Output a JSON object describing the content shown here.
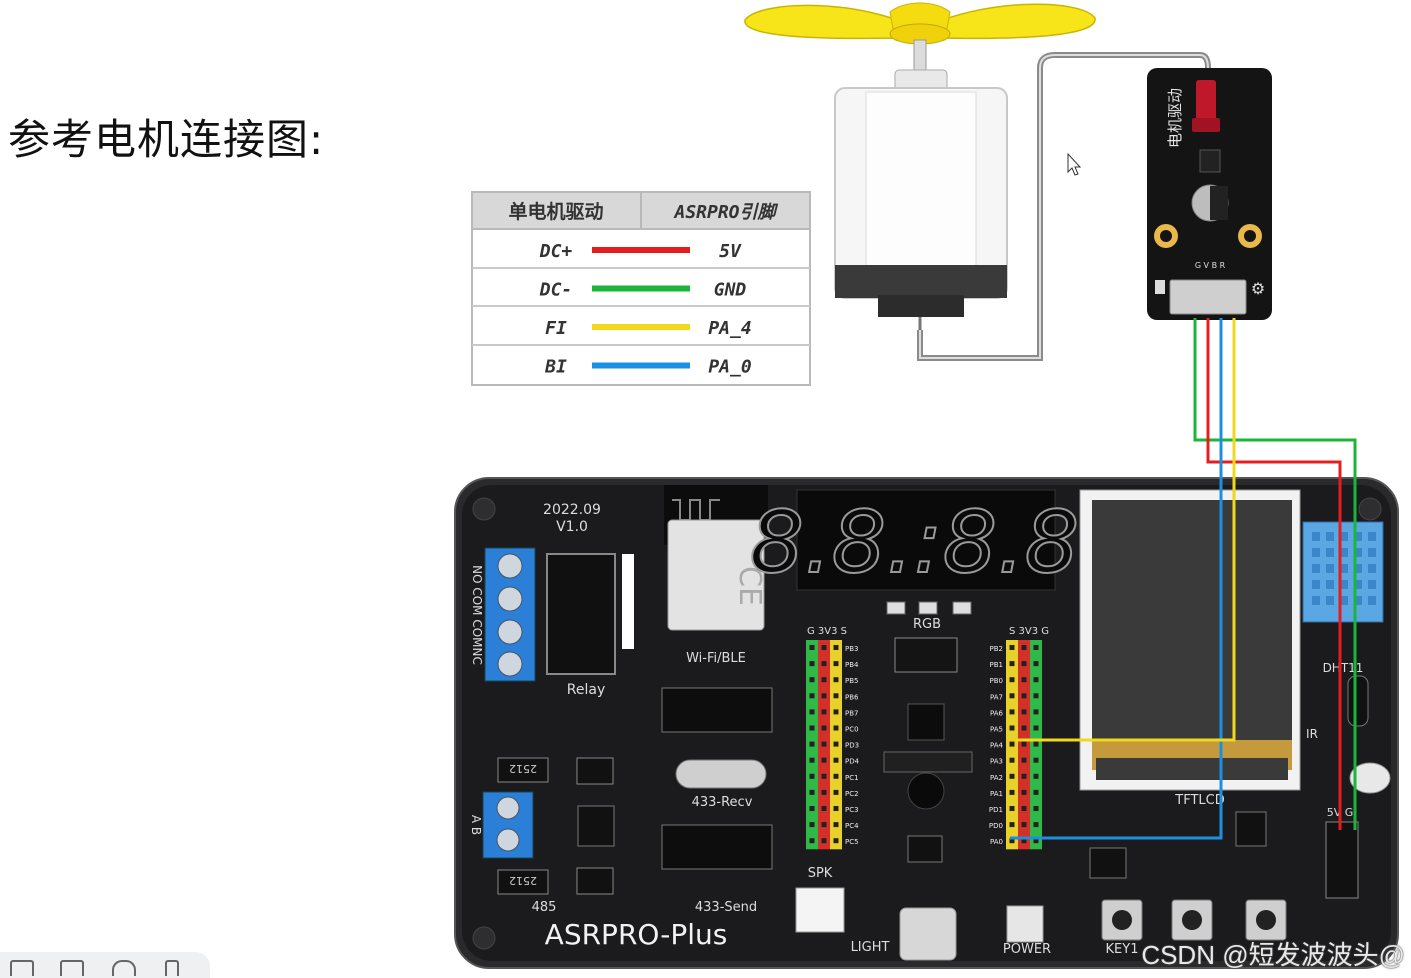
{
  "heading": "参考电机连接图:",
  "table": {
    "headers": [
      "单电机驱动",
      "ASRPRO引脚"
    ],
    "rows": [
      {
        "motor": "DC+",
        "pin": "5V",
        "color": "#e41e1e"
      },
      {
        "motor": "DC-",
        "pin": "GND",
        "color": "#1bb53a"
      },
      {
        "motor": "FI",
        "pin": "PA_4",
        "color": "#f0d81c"
      },
      {
        "motor": "BI",
        "pin": "PA_0",
        "color": "#1d8fe0"
      }
    ]
  },
  "driver_module": {
    "label": "电机驱动",
    "pin_header": "G V B R"
  },
  "board": {
    "name": "ASRPRO-Plus",
    "version": "2022.09\nV1.0",
    "version_line1": "2022.09",
    "version_line2": "V1.0",
    "relay_pins": "NO COM COMNC",
    "relay_label": "Relay",
    "wifi_label": "Wi-Fi/BLE",
    "recv_label": "433-Recv",
    "send_label": "433-Send",
    "rgb_label": "RGB",
    "header_left_label": "G 3V3 S",
    "header_right_label": "S 3V3 G",
    "left_pins": [
      "PB3",
      "PB4",
      "PB5",
      "PB6",
      "PB7",
      "PC0",
      "PD3",
      "PD4",
      "PC1",
      "PC2",
      "PC3",
      "PC4",
      "PC5"
    ],
    "right_pins": [
      "PB2",
      "PB1",
      "PB0",
      "PA7",
      "PA6",
      "PA5",
      "PA4",
      "PA3",
      "PA2",
      "PA1",
      "PD1",
      "PD0",
      "PA0"
    ],
    "display_digits": "8.8.:8.8.",
    "tft_label": "TFTLCD",
    "dht_label": "DHT11",
    "ir_label": "IR",
    "fivev_label": "5V G",
    "ab_labels": "A  B",
    "chip_labels": [
      "2512",
      "2512"
    ],
    "rs485_label": "485",
    "spk_label": "SPK",
    "light_label": "LIGHT",
    "power_label": "POWER",
    "key_label": "KEY1"
  },
  "watermark": "CSDN @短发波波头@",
  "colors": {
    "wire_red": "#e41e1e",
    "wire_green": "#1bb53a",
    "wire_yellow": "#f0d81c",
    "wire_blue": "#1d8fe0",
    "board_black": "#1b1b1d"
  }
}
